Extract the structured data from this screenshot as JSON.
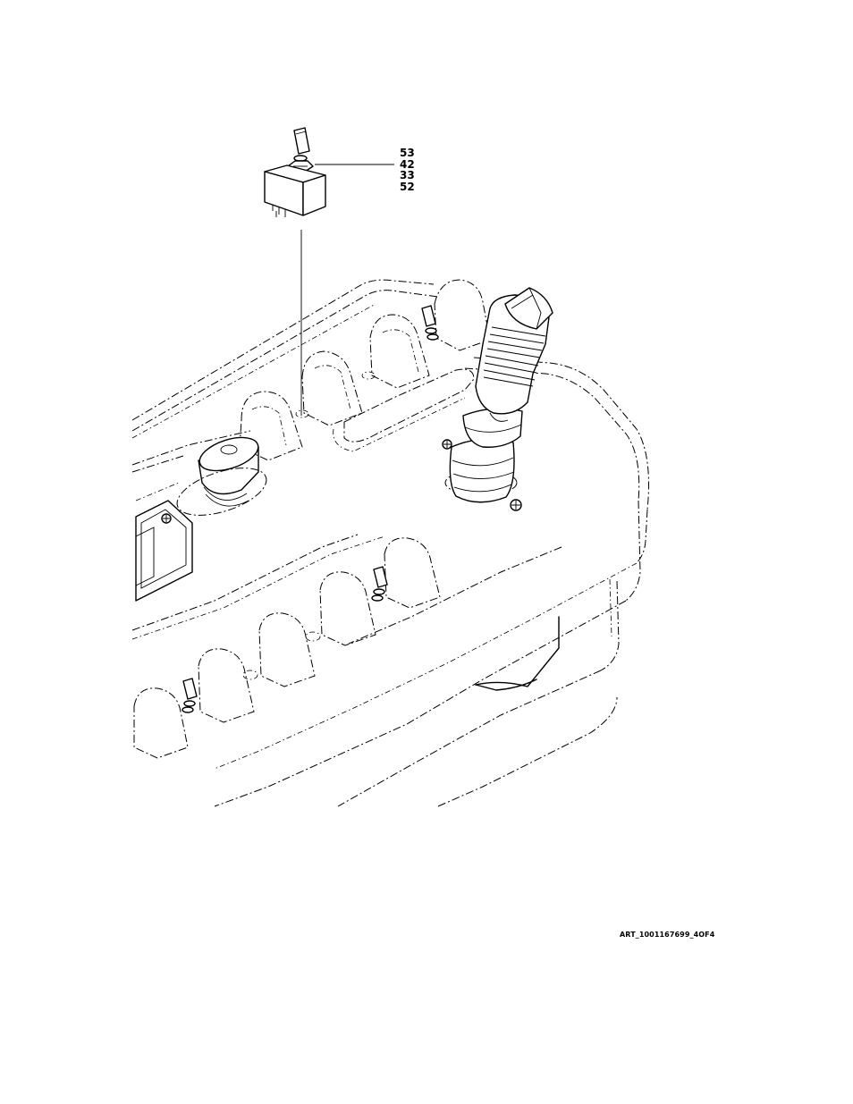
{
  "callout_numbers": [
    "53",
    "42",
    "33",
    "52"
  ],
  "art_id": "ART_1001167699_4OF4",
  "icons": {
    "toggle_switch": "toggle-switch-icon",
    "joystick": "joystick-icon",
    "control_panel": "control-box-icon"
  }
}
